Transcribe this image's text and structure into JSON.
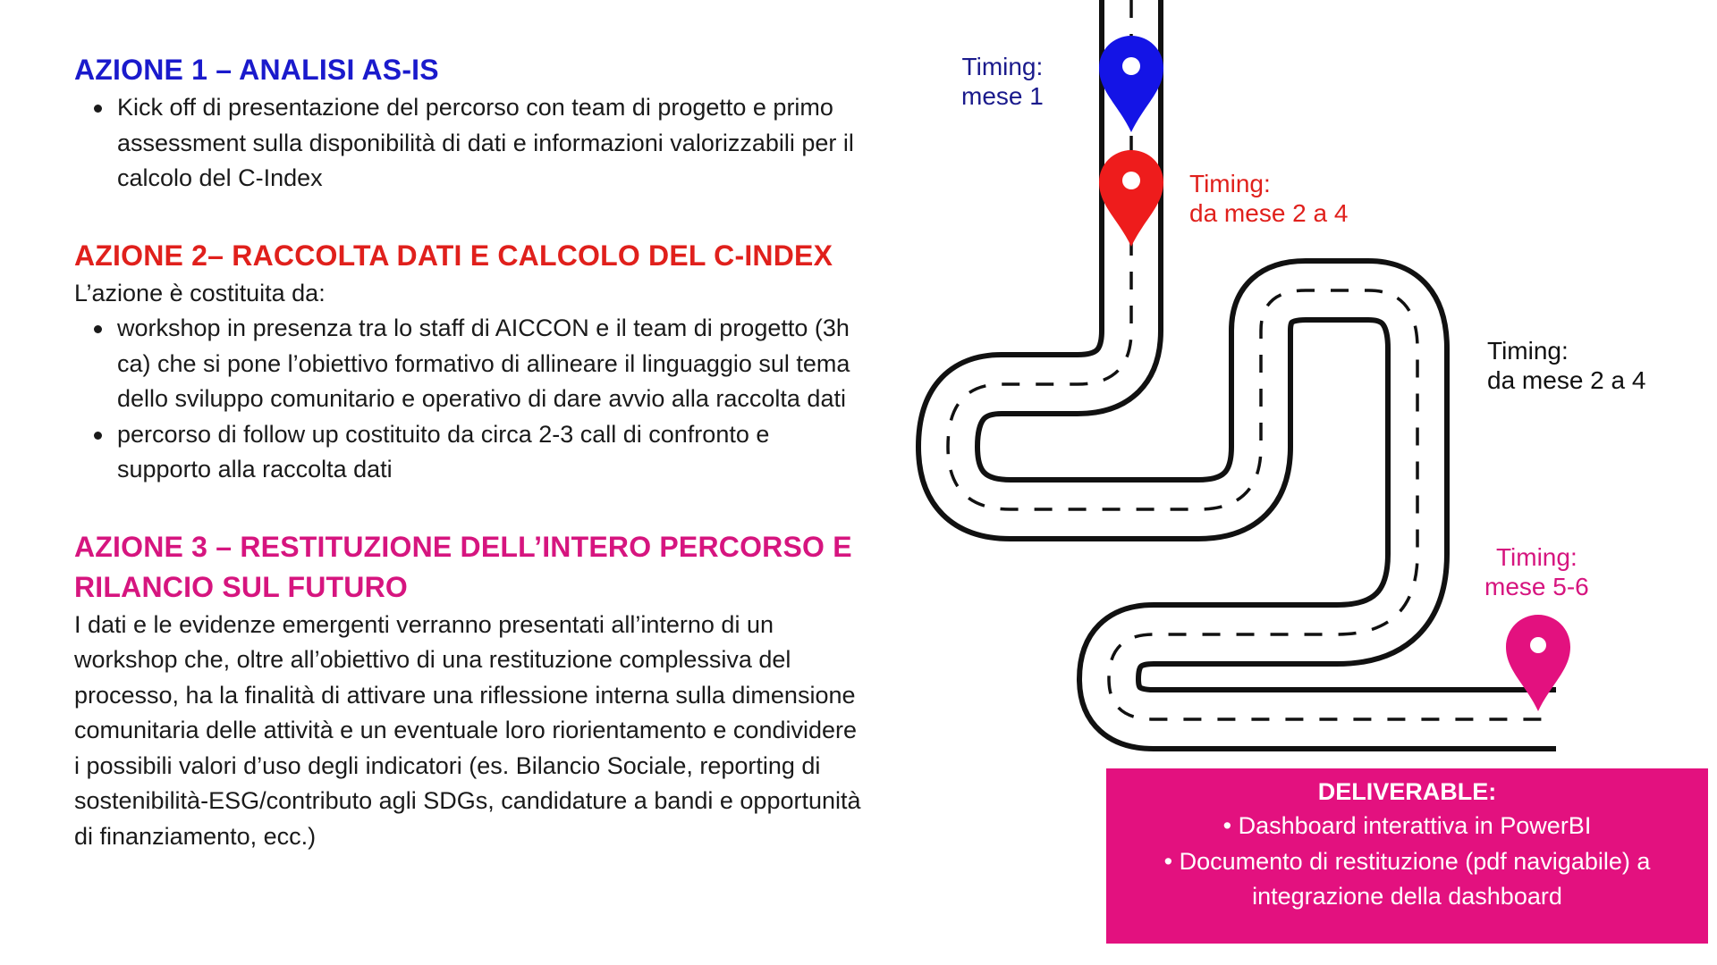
{
  "azione1": {
    "title": "AZIONE 1 – ANALISI AS-IS",
    "bullets": [
      "Kick off di presentazione del percorso con team di progetto e primo assessment sulla disponibilità di dati e informazioni valorizzabili per il calcolo del C-Index"
    ]
  },
  "azione2": {
    "title": "AZIONE 2– RACCOLTA DATI E CALCOLO DEL C-INDEX",
    "intro": "L’azione è costituita da:",
    "bullets": [
      "workshop in presenza tra lo staff di AICCON e il team di progetto (3h ca) che si pone l’obiettivo formativo di allineare il linguaggio sul tema dello sviluppo comunitario e operativo di dare avvio alla raccolta dati",
      "percorso di follow up costituito da circa 2-3 call di confronto e supporto alla raccolta dati"
    ]
  },
  "azione3": {
    "title_line1": "AZIONE 3 – RESTITUZIONE DELL’INTERO PERCORSO E",
    "title_line2": "RILANCIO SUL FUTURO",
    "text": "I dati e le evidenze emergenti verranno presentati all’interno di un workshop che, oltre all’obiettivo di una restituzione complessiva del processo, ha la finalità di attivare una riflessione interna sulla dimensione comunitaria delle attività e un eventuale loro riorientamento e condividere i possibili valori d’uso degli indicatori (es. Bilancio Sociale, reporting di sostenibilità-ESG/contributo agli SDGs, candidature a bandi e opportunità di finanziamento, ecc.)"
  },
  "timings": [
    {
      "line1": "Timing:",
      "line2": "mese 1",
      "color": "#1a1a8c"
    },
    {
      "line1": "Timing:",
      "line2": "da mese 2 a 4",
      "color": "#e0201c"
    },
    {
      "line1": "Timing:",
      "line2": "da mese 2 a 4",
      "color": "#111111"
    },
    {
      "line1": "Timing:",
      "line2": "mese 5-6",
      "color": "#d6157f"
    }
  ],
  "pins": [
    {
      "icon": "map-pin-icon",
      "color": "#1414e6",
      "stage": "azione-1"
    },
    {
      "icon": "map-pin-icon",
      "color": "#ee1c1c",
      "stage": "azione-2"
    },
    {
      "icon": "map-pin-icon",
      "color": "#e3117f",
      "stage": "azione-3"
    }
  ],
  "deliverable": {
    "title": "DELIVERABLE:",
    "line1": "• Dashboard interattiva in PowerBI",
    "line2": "• Documento di restituzione (pdf navigabile) a",
    "line3": "integrazione della dashboard",
    "background": "#e3117f"
  }
}
